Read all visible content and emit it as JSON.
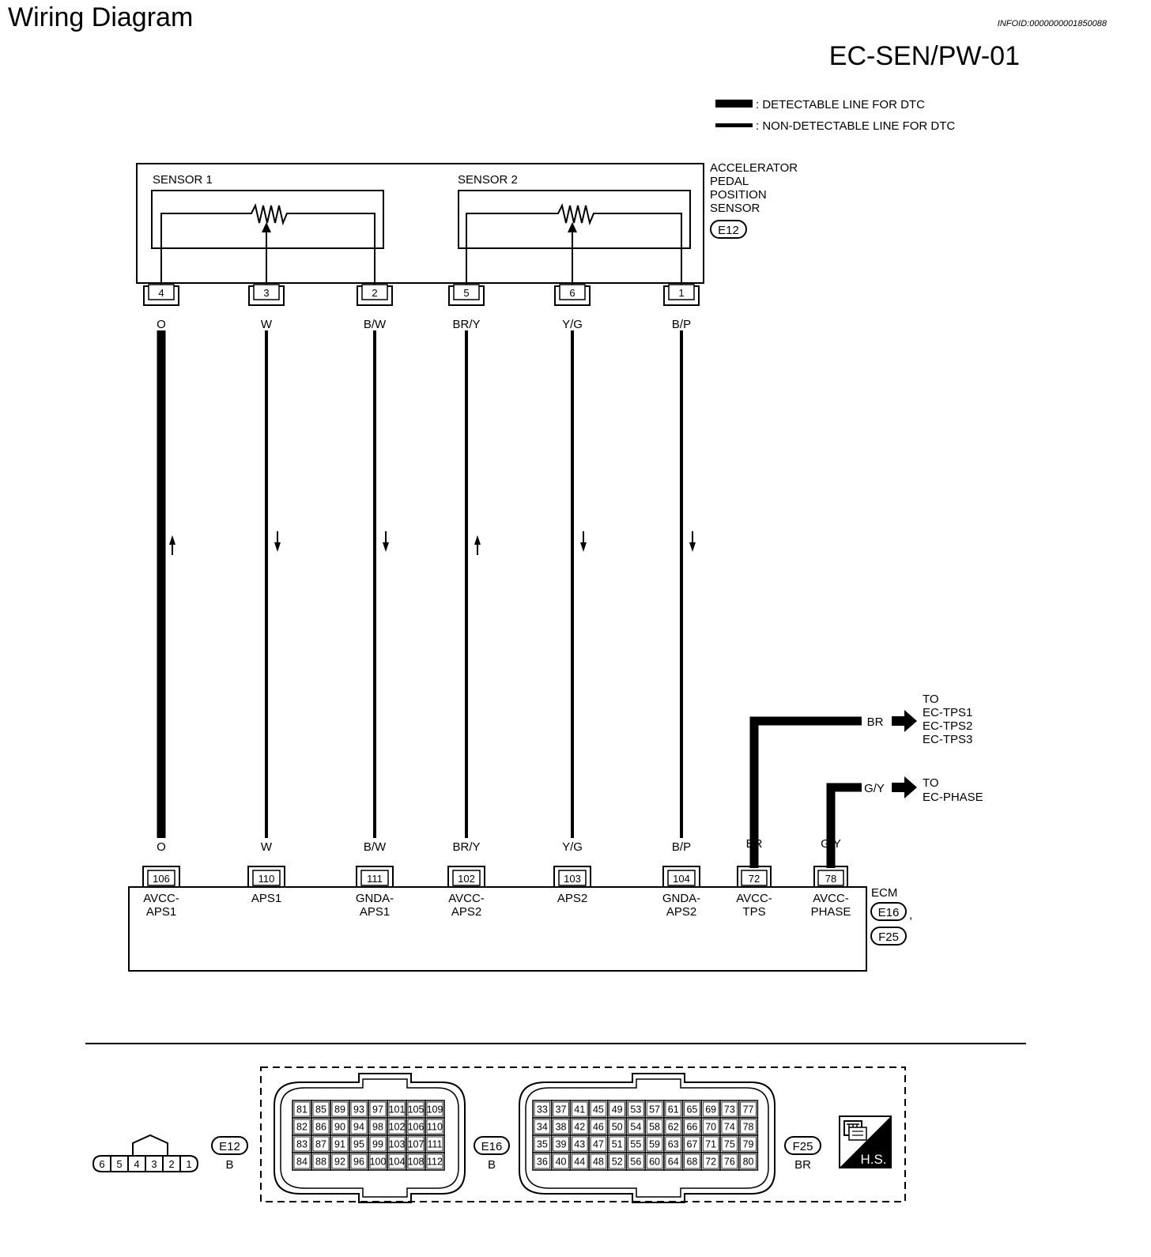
{
  "header": {
    "title": "Wiring Diagram",
    "info_id": "INFOID:0000000001850088",
    "page_code": "EC-SEN/PW-01"
  },
  "legend": {
    "detectable": ": DETECTABLE LINE FOR DTC",
    "non_detectable": ": NON-DETECTABLE LINE FOR DTC"
  },
  "sensor_component": {
    "name_lines": [
      "ACCELERATOR",
      "PEDAL",
      "POSITION",
      "SENSOR"
    ],
    "connector_id": "E12",
    "sensor1_label": "SENSOR 1",
    "sensor2_label": "SENSOR 2"
  },
  "ecm": {
    "name": "ECM",
    "connector_ids": [
      "E16",
      "F25"
    ],
    "separator": ","
  },
  "wires": [
    {
      "sensor_pin": "4",
      "color": "O",
      "direction": "up",
      "ecm_pin": "106",
      "ecm_label": [
        "AVCC-",
        "APS1"
      ],
      "detectable": true
    },
    {
      "sensor_pin": "3",
      "color": "W",
      "direction": "down",
      "ecm_pin": "110",
      "ecm_label": [
        "APS1"
      ],
      "detectable": false
    },
    {
      "sensor_pin": "2",
      "color": "B/W",
      "direction": "down",
      "ecm_pin": "111",
      "ecm_label": [
        "GNDA-",
        "APS1"
      ],
      "detectable": false
    },
    {
      "sensor_pin": "5",
      "color": "BR/Y",
      "direction": "up",
      "ecm_pin": "102",
      "ecm_label": [
        "AVCC-",
        "APS2"
      ],
      "detectable": false
    },
    {
      "sensor_pin": "6",
      "color": "Y/G",
      "direction": "down",
      "ecm_pin": "103",
      "ecm_label": [
        "APS2"
      ],
      "detectable": false
    },
    {
      "sensor_pin": "1",
      "color": "B/P",
      "direction": "down",
      "ecm_pin": "104",
      "ecm_label": [
        "GNDA-",
        "APS2"
      ],
      "detectable": false
    }
  ],
  "branch_wires": [
    {
      "color": "BR",
      "ecm_pin": "72",
      "ecm_label": [
        "AVCC-",
        "TPS"
      ],
      "to_lines": [
        "TO",
        "EC-TPS1",
        "EC-TPS2",
        "EC-TPS3"
      ]
    },
    {
      "color": "G/Y",
      "ecm_pin": "78",
      "ecm_label": [
        "AVCC-",
        "PHASE"
      ],
      "to_lines": [
        "TO",
        "EC-PHASE"
      ]
    }
  ],
  "connectors": {
    "e12": {
      "id": "E12",
      "color": "B",
      "pins": [
        "6",
        "5",
        "4",
        "3",
        "2",
        "1"
      ]
    },
    "e16": {
      "id": "E16",
      "color": "B",
      "grid": [
        [
          "81",
          "85",
          "89",
          "93",
          "97",
          "101",
          "105",
          "109"
        ],
        [
          "82",
          "86",
          "90",
          "94",
          "98",
          "102",
          "106",
          "110"
        ],
        [
          "83",
          "87",
          "91",
          "95",
          "99",
          "103",
          "107",
          "111"
        ],
        [
          "84",
          "88",
          "92",
          "96",
          "100",
          "104",
          "108",
          "112"
        ]
      ]
    },
    "f25": {
      "id": "F25",
      "color": "BR",
      "grid": [
        [
          "33",
          "37",
          "41",
          "45",
          "49",
          "53",
          "57",
          "61",
          "65",
          "69",
          "73",
          "77"
        ],
        [
          "34",
          "38",
          "42",
          "46",
          "50",
          "54",
          "58",
          "62",
          "66",
          "70",
          "74",
          "78"
        ],
        [
          "35",
          "39",
          "43",
          "47",
          "51",
          "55",
          "59",
          "63",
          "67",
          "71",
          "75",
          "79"
        ],
        [
          "36",
          "40",
          "44",
          "48",
          "52",
          "56",
          "60",
          "64",
          "68",
          "72",
          "76",
          "80"
        ]
      ]
    }
  },
  "badge": {
    "text": "H.S."
  }
}
